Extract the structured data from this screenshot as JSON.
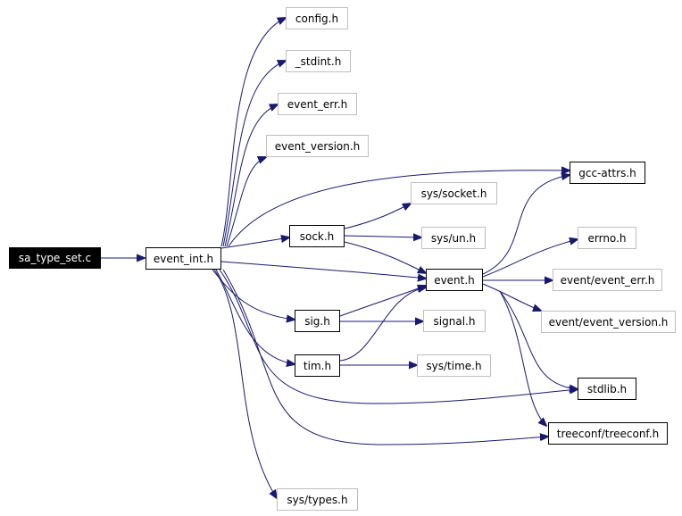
{
  "colors": {
    "edge": "#191970",
    "root_fill": "#000000",
    "root_text": "#ffffff",
    "external_border": "#bfbfbf",
    "local_border": "#000000"
  },
  "nodes": {
    "sa_type_set_c": "sa_type_set.c",
    "event_int_h": "event_int.h",
    "config_h": "config.h",
    "stdint_h": "_stdint.h",
    "event_err_h": "event_err.h",
    "event_version_h": "event_version.h",
    "gcc_attrs_h": "gcc-attrs.h",
    "sys_socket_h": "sys/socket.h",
    "sock_h": "sock.h",
    "sys_un_h": "sys/un.h",
    "errno_h": "errno.h",
    "event_h": "event.h",
    "event_event_err_h": "event/event_err.h",
    "sig_h": "sig.h",
    "signal_h": "signal.h",
    "event_event_version_h": "event/event_version.h",
    "tim_h": "tim.h",
    "sys_time_h": "sys/time.h",
    "stdlib_h": "stdlib.h",
    "treeconf_h": "treeconf/treeconf.h",
    "sys_types_h": "sys/types.h"
  }
}
